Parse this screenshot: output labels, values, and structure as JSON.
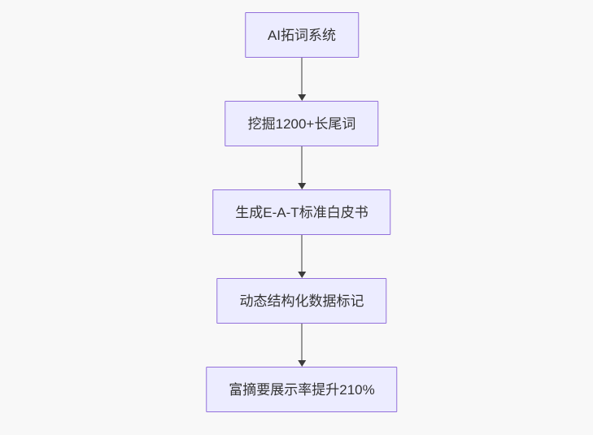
{
  "page": {
    "background": "#f8f8f8"
  },
  "flowchart": {
    "type": "flowchart-top-down",
    "colors": {
      "node_fill": "#ececff",
      "node_border": "#9370db",
      "arrow": "#3b3b3b",
      "text": "#333333"
    },
    "nodes": [
      {
        "label": "AI拓词系统"
      },
      {
        "label": "挖掘1200+长尾词"
      },
      {
        "label": "生成E-A-T标准白皮书"
      },
      {
        "label": "动态结构化数据标记"
      },
      {
        "label": "富摘要展示率提升210%"
      }
    ],
    "edges": [
      {
        "from": 0,
        "to": 1
      },
      {
        "from": 1,
        "to": 2
      },
      {
        "from": 2,
        "to": 3
      },
      {
        "from": 3,
        "to": 4
      }
    ]
  }
}
